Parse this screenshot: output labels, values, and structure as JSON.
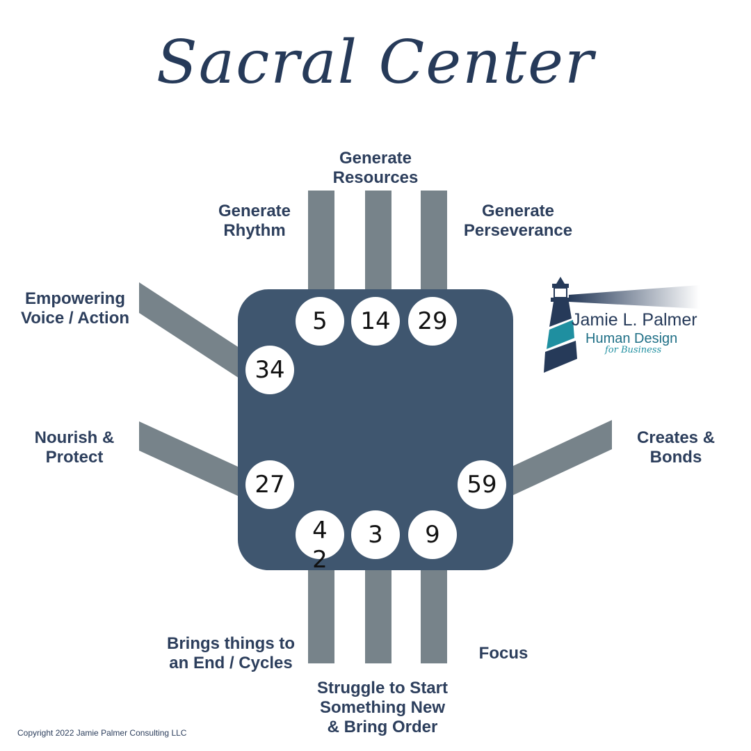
{
  "title": "Sacral Center",
  "labels": {
    "top_center": [
      "Generate",
      "Resources"
    ],
    "top_left": [
      "Generate",
      "Rhythm"
    ],
    "top_right": [
      "Generate",
      "Perseverance"
    ],
    "left_upper": [
      "Empowering",
      "Voice / Action"
    ],
    "left_lower": [
      "Nourish &",
      "Protect"
    ],
    "right": [
      "Creates &",
      "Bonds"
    ],
    "bottom_left": [
      "Brings things to",
      "an End / Cycles"
    ],
    "bottom_center": [
      "Struggle to Start",
      "Something New",
      "& Bring Order"
    ],
    "bottom_right": "Focus"
  },
  "gates": {
    "top": [
      "5",
      "14",
      "29"
    ],
    "left_upper": "34",
    "left_lower": "27",
    "right": "59",
    "bottom": [
      "42",
      "3",
      "9"
    ]
  },
  "logo": {
    "name": "Jamie L. Palmer",
    "sub": "Human Design",
    "tag": "for Business"
  },
  "copyright": "Copyright 2022 Jamie Palmer Consulting LLC",
  "colors": {
    "center": "#3f566f",
    "channel": "#77838a",
    "text": "#2c3e5c",
    "logo_teal": "#1f8fa0"
  }
}
